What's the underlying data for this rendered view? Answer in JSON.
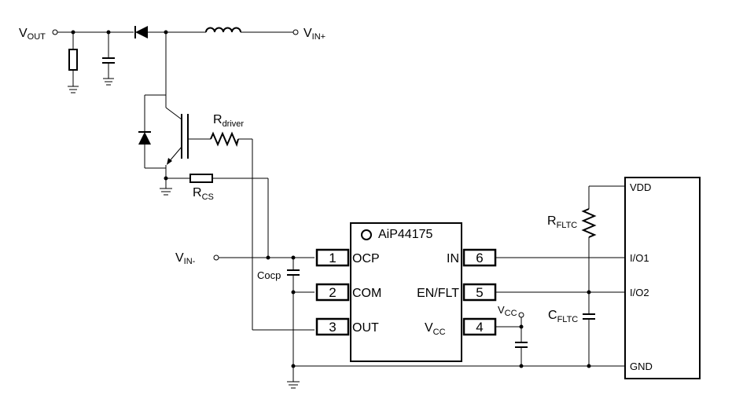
{
  "chip": {
    "name": "AiP44175",
    "pins": [
      {
        "num": "1",
        "label": "OCP"
      },
      {
        "num": "2",
        "label": "COM"
      },
      {
        "num": "3",
        "label": "OUT"
      },
      {
        "num": "4",
        "label_main": "V",
        "label_sub": "CC"
      },
      {
        "num": "5",
        "label": "EN/FLT"
      },
      {
        "num": "6",
        "label": "IN"
      }
    ]
  },
  "mcu": {
    "pins": [
      "VDD",
      "I/O1",
      "I/O2",
      "GND"
    ]
  },
  "labels": {
    "vout_main": "V",
    "vout_sub": "OUT",
    "vinp_main": "V",
    "vinp_sub": "IN+",
    "vinm_main": "V",
    "vinm_sub": "IN-",
    "rdriver_main": "R",
    "rdriver_sub": "driver",
    "rcs_main": "R",
    "rcs_sub": "CS",
    "cocp": "Cocp",
    "vcc_main": "V",
    "vcc_sub": "CC",
    "rfltc_main": "R",
    "rfltc_sub": "FLTC",
    "cfltc_main": "C",
    "cfltc_sub": "FLTC"
  }
}
